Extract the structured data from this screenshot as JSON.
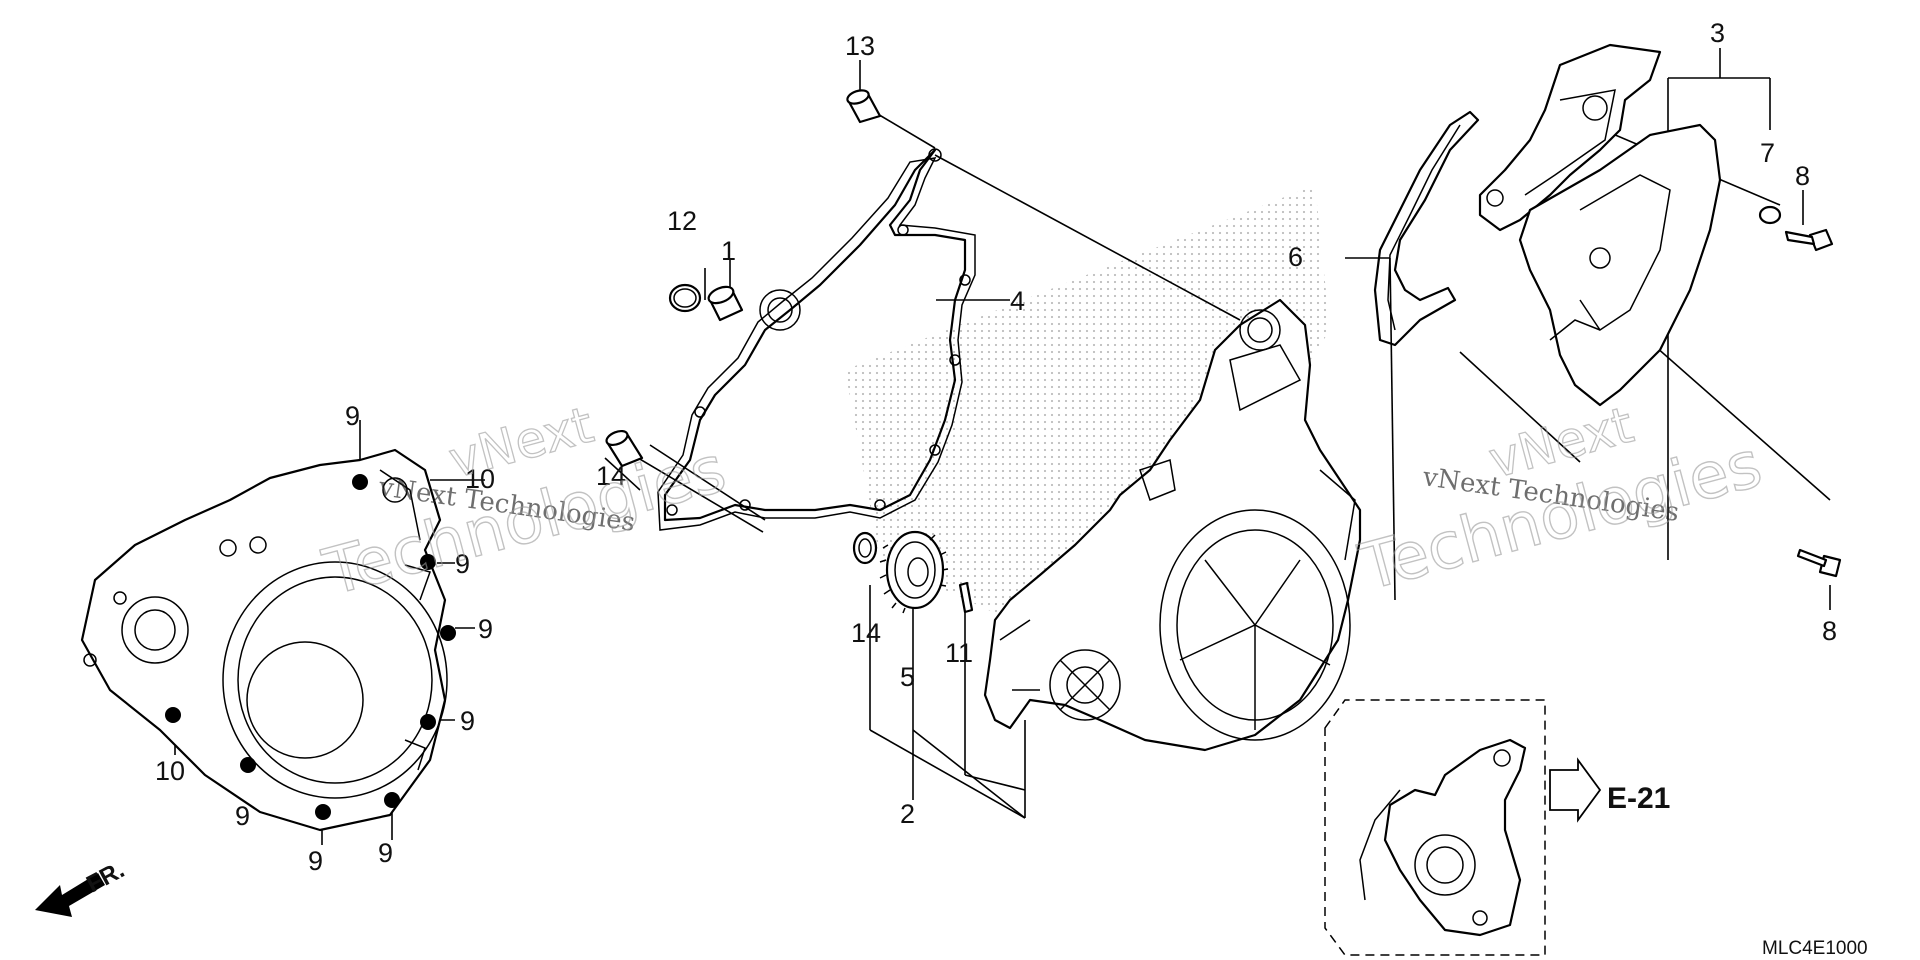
{
  "labels": {
    "n1": "1",
    "n2": "2",
    "n3": "3",
    "n4": "4",
    "n5": "5",
    "n6": "6",
    "n7": "7",
    "n8a": "8",
    "n8b": "8",
    "n9a": "9",
    "n9b": "9",
    "n9c": "9",
    "n9d": "9",
    "n9e": "9",
    "n9f": "9",
    "n9g": "9",
    "n10a": "10",
    "n10b": "10",
    "n11": "11",
    "n12": "12",
    "n13": "13",
    "n14": "14",
    "n14b": "14"
  },
  "reference": {
    "label": "E-21"
  },
  "direction": {
    "label": "FR."
  },
  "diagram_code": "MLC4E1000",
  "watermark": {
    "line1": "vNext",
    "line2": "vNext Technologies",
    "line3": "Technologies"
  },
  "colors": {
    "ink": "#000000",
    "watermark": "#9a9a9a",
    "stipple": "#bdbdbd"
  }
}
